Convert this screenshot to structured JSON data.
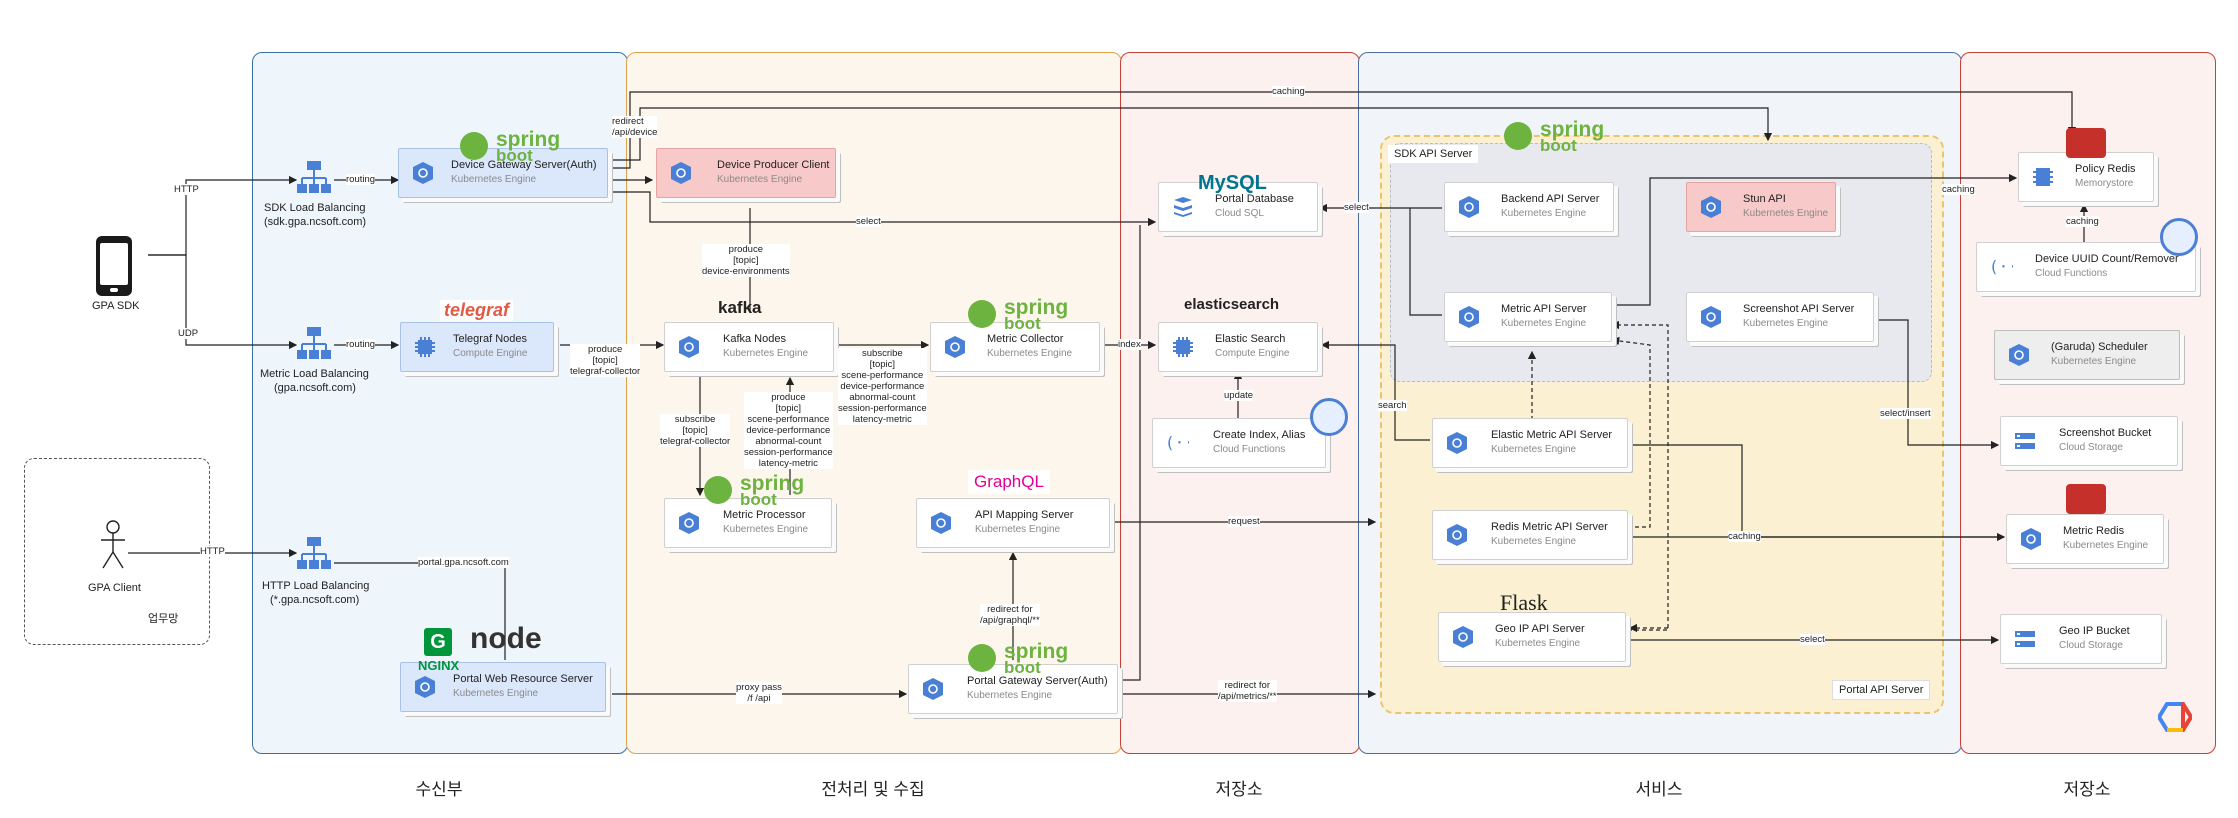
{
  "zones": [
    {
      "label": "수신부",
      "border": "#3a6fa1",
      "fill": "#eef5fb"
    },
    {
      "label": "전처리 및 수집",
      "border": "#e0a24c",
      "fill": "#fdf6ec"
    },
    {
      "label": "저장소",
      "border": "#c9403a",
      "fill": "#fcf1ef"
    },
    {
      "label": "서비스",
      "border": "#4a6f9e",
      "fill": "#f1f4f9"
    },
    {
      "label": "저장소",
      "border": "#c9403a",
      "fill": "#fcf1ef"
    }
  ],
  "clients": {
    "gpa_sdk": "GPA SDK",
    "gpa_client": "GPA Client",
    "business_network": "업무망"
  },
  "load_balancers": {
    "sdk_lb": [
      "SDK Load Balancing",
      "(sdk.gpa.ncsoft.com)"
    ],
    "metric_lb": [
      "Metric Load Balancing",
      "(gpa.ncsoft.com)"
    ],
    "http_lb": [
      "HTTP Load Balancing",
      "(*.gpa.ncsoft.com)"
    ]
  },
  "nodes": {
    "device_gateway": [
      "Device Gateway Server(Auth)",
      "Kubernetes Engine"
    ],
    "telegraf_nodes": [
      "Telegraf Nodes",
      "Compute Engine"
    ],
    "portal_web": [
      "Portal Web Resource Server",
      "Kubernetes Engine"
    ],
    "device_producer": [
      "Device Producer Client",
      "Kubernetes Engine"
    ],
    "kafka_nodes": [
      "Kafka Nodes",
      "Kubernetes Engine"
    ],
    "metric_collector": [
      "Metric Collector",
      "Kubernetes Engine"
    ],
    "metric_processor": [
      "Metric Processor",
      "Kubernetes Engine"
    ],
    "api_mapping": [
      "API Mapping Server",
      "Kubernetes Engine"
    ],
    "portal_gateway": [
      "Portal Gateway Server(Auth)",
      "Kubernetes Engine"
    ],
    "portal_database": [
      "Portal Database",
      "Cloud SQL"
    ],
    "elastic_search": [
      "Elastic Search",
      "Compute Engine"
    ],
    "create_index": [
      "Create Index, Alias",
      "Cloud Functions"
    ],
    "backend_api": [
      "Backend API Server",
      "Kubernetes Engine"
    ],
    "stun_api": [
      "Stun API",
      "Kubernetes Engine"
    ],
    "metric_api": [
      "Metric API Server",
      "Kubernetes Engine"
    ],
    "screenshot_api": [
      "Screenshot API Server",
      "Kubernetes Engine"
    ],
    "elastic_metric_api": [
      "Elastic Metric API Server",
      "Kubernetes Engine"
    ],
    "redis_metric_api": [
      "Redis Metric API Server",
      "Kubernetes Engine"
    ],
    "geo_ip_api": [
      "Geo IP API Server",
      "Kubernetes Engine"
    ],
    "policy_redis": [
      "Policy Redis",
      "Memorystore"
    ],
    "device_uuid": [
      "Device UUID Count/Remover",
      "Cloud Functions"
    ],
    "garuda_scheduler": [
      "(Garuda) Scheduler",
      "Kubernetes Engine"
    ],
    "screenshot_bucket": [
      "Screenshot Bucket",
      "Cloud Storage"
    ],
    "metric_redis": [
      "Metric Redis",
      "Kubernetes Engine"
    ],
    "geo_ip_bucket": [
      "Geo IP Bucket",
      "Cloud Storage"
    ]
  },
  "groups": {
    "sdk_api_server": "SDK API Server",
    "portal_api_server": "Portal API Server"
  },
  "logos": {
    "spring": "spring",
    "boot": "boot",
    "telegraf": "telegraf",
    "kafka": "kafka",
    "graphql": "GraphQL",
    "mysql": "MySQL",
    "elasticsearch": "elasticsearch",
    "flask": "Flask",
    "nginx": "NGINX",
    "node": "node"
  },
  "edge_labels": {
    "http1": "HTTP",
    "udp": "UDP",
    "http2": "HTTP",
    "routing1": "routing",
    "routing2": "routing",
    "portal_domain": "portal.gpa.ncsoft.com",
    "redirect_device": [
      "redirect",
      "/api/device"
    ],
    "caching_top": "caching",
    "select1": "select",
    "select2": "select",
    "produce_device": [
      "produce",
      "[topic]",
      "device-environments"
    ],
    "produce_telegraf": [
      "produce",
      "[topic]",
      "telegraf-collector"
    ],
    "subscribe_metrics": [
      "subscribe",
      "[topic]",
      "scene-performance",
      "device-performance",
      "abnormal-count",
      "session-performance",
      "latency-metric"
    ],
    "subscribe_telegraf": [
      "subscribe",
      "[topic]",
      "telegraf-collector"
    ],
    "produce_metrics": [
      "produce",
      "[topic]",
      "scene-performance",
      "device-performance",
      "abnormal-count",
      "session-performance",
      "latency-metric"
    ],
    "index": "index",
    "update": "update",
    "search": "search",
    "request": "request",
    "redirect_graphql": [
      "redirect for",
      "/api/graphql/**"
    ],
    "proxy_pass": [
      "proxy pass",
      "/f /api"
    ],
    "redirect_metrics": [
      "redirect for",
      "/api/metrics/**"
    ],
    "caching_right": "caching",
    "caching_policy": "caching",
    "select_insert": "select/insert",
    "caching_redis": "caching",
    "select_geo": "select"
  },
  "colors": {
    "spring_green": "#6db33f",
    "telegraf_red": "#e05a47",
    "graphql_pink": "#e10098",
    "mysql_blue": "#00758f",
    "redis_red": "#c6302b",
    "gcp_blue": "#4285f4"
  }
}
